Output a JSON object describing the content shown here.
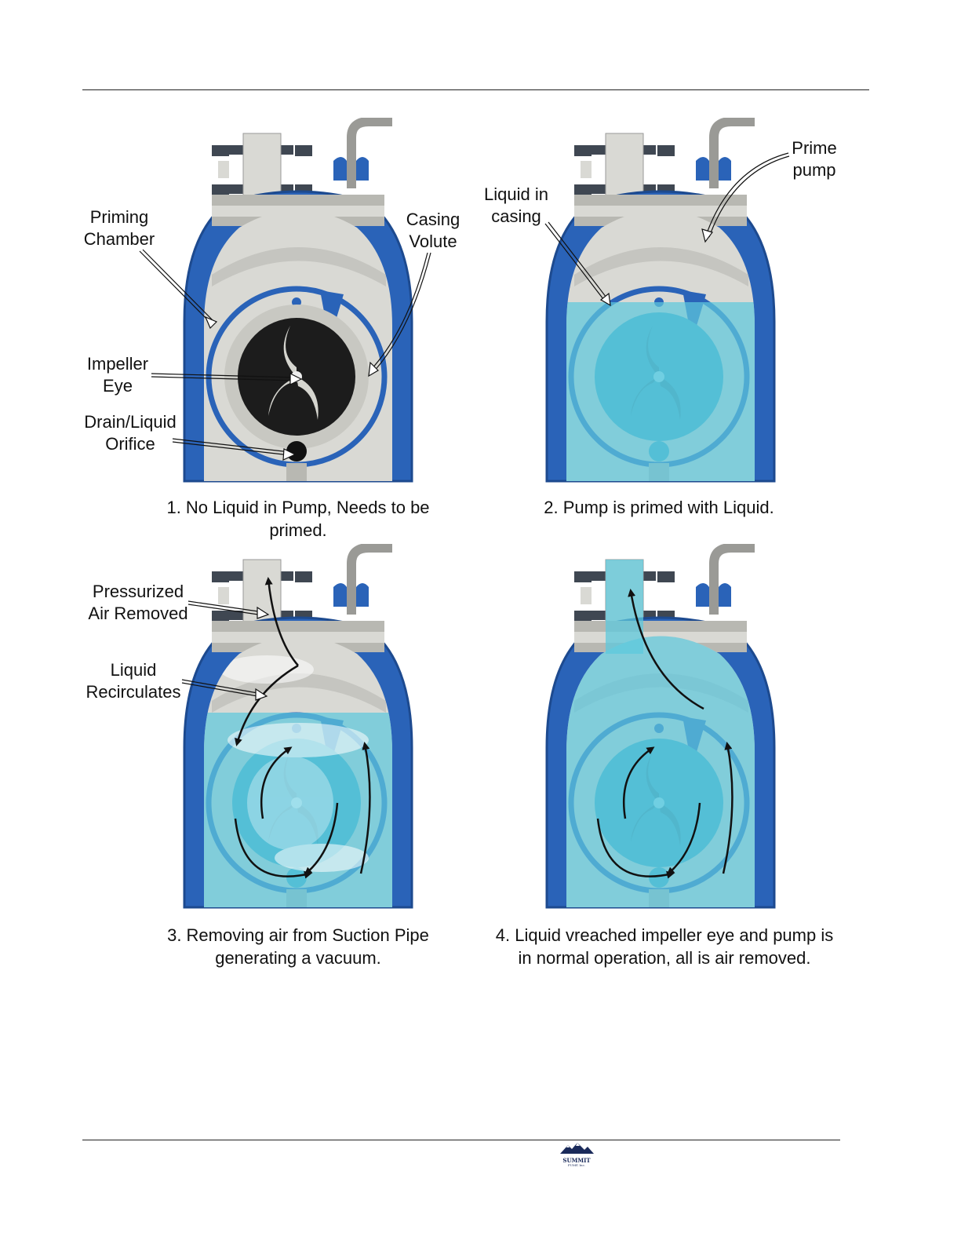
{
  "panels": [
    {
      "caption": "1. No Liquid in Pump, Needs to be primed.",
      "fill": "empty"
    },
    {
      "caption": "2. Pump is primed with Liquid.",
      "fill": "primed"
    },
    {
      "caption": "3. Removing air from Suction Pipe generating a vacuum.",
      "fill": "mixing"
    },
    {
      "caption": "4. Liquid vreached impeller eye and pump is in normal operation, all is air removed.",
      "fill": "full"
    }
  ],
  "callouts": {
    "priming_chamber": "Priming\nChamber",
    "casing_volute": "Casing\nVolute",
    "impeller_eye": "Impeller\nEye",
    "drain_orifice": "Drain/Liquid\nOrifice",
    "liquid_in_casing": "Liquid in\ncasing",
    "prime_pump": "Prime\npump",
    "pressurized_air": "Pressurized\nAir Removed",
    "liquid_recirculates": "Liquid\nRecirculates"
  },
  "colors": {
    "casing_blue": "#2a63b8",
    "casing_blue_dark": "#1d4a8f",
    "metal_light": "#d9d9d4",
    "metal_mid": "#b8b8b2",
    "flange_dark": "#3f4752",
    "liquid": "#5ec8dc",
    "liquid_dark": "#3aa9c4",
    "impeller_dark": "#1c1c1c"
  },
  "logo": {
    "name": "SUMMIT",
    "sub": "PUMP, Inc."
  }
}
